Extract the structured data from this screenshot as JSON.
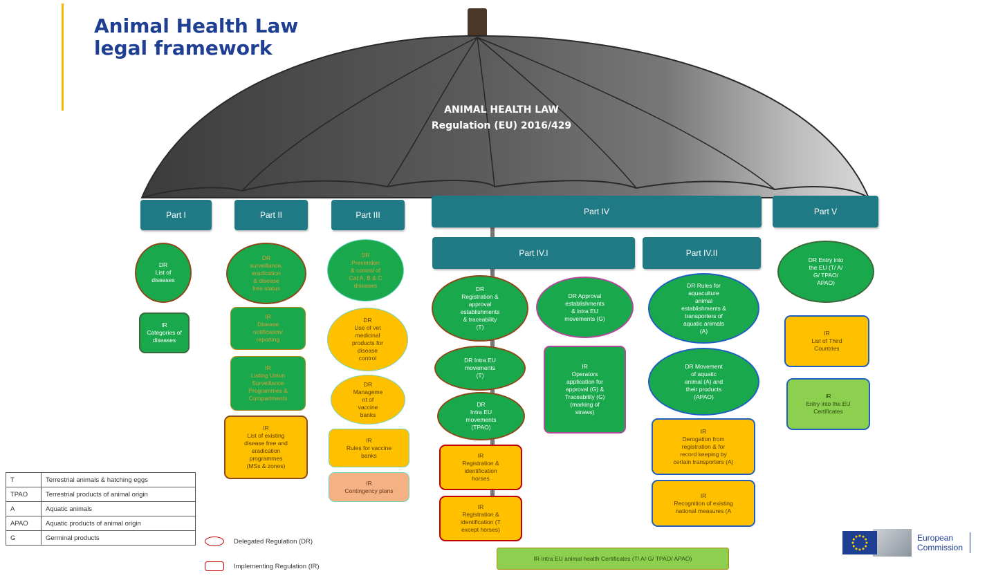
{
  "title": {
    "line1": "Animal Health Law",
    "line2": "legal framework"
  },
  "umbrella": {
    "line1": "ANIMAL HEALTH  LAW",
    "line2": "Regulation  (EU) 2016/429"
  },
  "parts": {
    "p1": "Part I",
    "p2": "Part II",
    "p3": "Part III",
    "p4": "Part IV",
    "p5": "Part V",
    "p41": "Part IV.I",
    "p42": "Part IV.II"
  },
  "boxes": {
    "p1_dr": "DR\nList of\ndiseases",
    "p1_ir": "IR\nCategories of\ndiseases",
    "p2_dr": "DR\nsurveillance,\neradication\n& disease\nfree status",
    "p2_ir1": "IR\nDisease\nnotification/\nreporting",
    "p2_ir2": "IR\nListing Union\nSurveillance\nProgrammes &\nCompartments",
    "p2_ir3": "IR\nList of existing\ndisease free and\neradication\nprogrammes\n(MSs & zones)",
    "p3_dr1": "DR\nPrevention\n& control of\nCat A, B & C\ndiseases",
    "p3_dr2": "DR\nUse of vet\nmedicinal\nproducts for\ndisease\ncontrol",
    "p3_dr3": "DR\nManageme\nnt of\nvaccine\nbanks",
    "p3_ir1": "IR\nRules for vaccine\nbanks",
    "p3_ir2": "IR\nContingency plans",
    "p41_dr1": "DR\nRegistration &\napproval\nestablishments\n& traceability\n(T)",
    "p41_dr2": "DR Approval\nestablishments\n& intra EU\nmovements (G)",
    "p41_dr3": "DR Intra EU\nmovements\n(T)",
    "p41_ir1": "IR\nOperators\napplication for\napproval (G) &\nTraceability (G)\n(marking of\nstraws)",
    "p41_dr4": "DR\nIntra EU\nmovements\n(TPAO)",
    "p41_ir2": "IR\nRegistration &\nidentification\nhorses",
    "p41_ir3": "IR\nRegistration &\nidentification (T\nexcept horses)",
    "p42_dr1": "DR Rules for\naquaculture\nanimal\nestablishments &\ntransporters of\naquatic animals\n(A)",
    "p42_dr2": "DR Movement\nof aquatic\nanimal (A) and\ntheir products\n(APAO)",
    "p42_ir1": "IR\nDerogation from\nregistration & for\nrecord keeping by\ncertain transporters (A)",
    "p42_ir2": "IR\nRecognition of existing\nnational measures (A",
    "p5_dr": "DR Entry into\nthe EU (T/ A/\nG/ TPAO/\nAPAO)",
    "p5_ir1": "IR\nList of Third\nCountries",
    "p5_ir2": "IR\nEntry into the EU\nCertificates",
    "bottom": "IR Intra EU animal health Certificates (T/ A/ G/ TPAO/ APAO)"
  },
  "legend": [
    {
      "code": "T",
      "desc": "Terrestrial animals & hatching eggs"
    },
    {
      "code": "TPAO",
      "desc": "Terrestrial products of animal origin"
    },
    {
      "code": "A",
      "desc": "Aquatic animals"
    },
    {
      "code": "APAO",
      "desc": "Aquatic products of animal origin"
    },
    {
      "code": "G",
      "desc": "Germinal products"
    }
  ],
  "shape_legend": {
    "dr": "Delegated Regulation (DR)",
    "ir": "Implementing Regulation (IR)"
  },
  "logo": {
    "line1": "European",
    "line2": "Commission"
  }
}
